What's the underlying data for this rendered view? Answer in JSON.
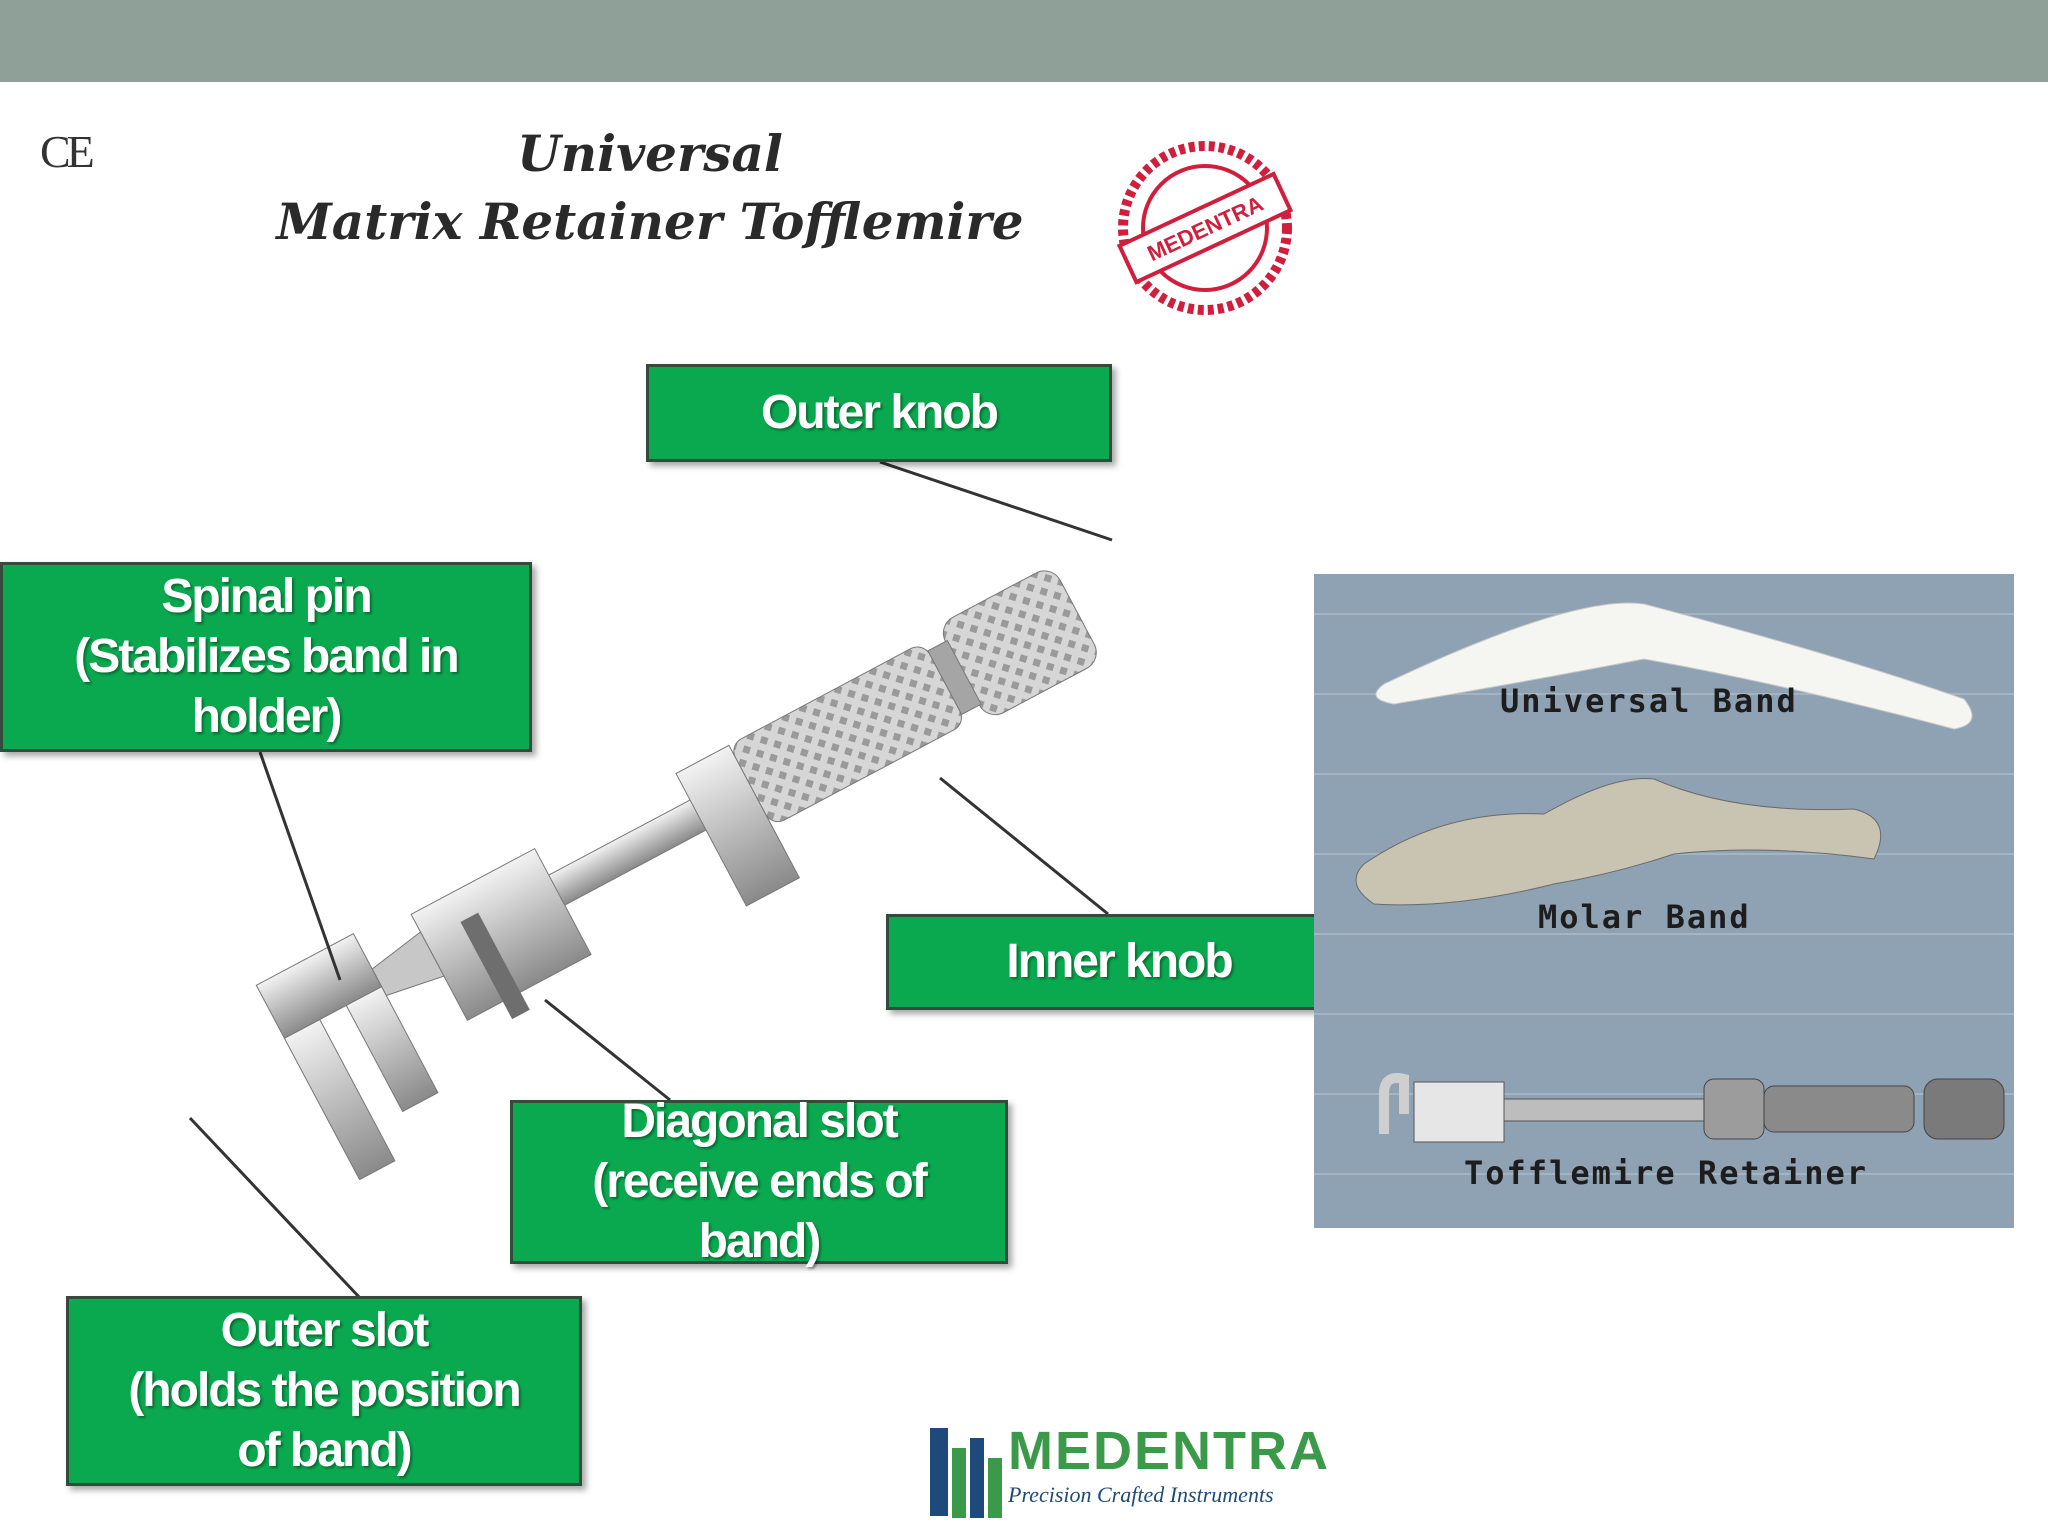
{
  "header": {
    "ce_mark": "CE",
    "title_line1": "Universal",
    "title_line2": "Matrix Retainer Tofflemire",
    "seal_text": "MEDENTRA"
  },
  "labels": {
    "outer_knob": "Outer knob",
    "spinal_pin": "Spinal pin\n(Stabilizes band in\nholder)",
    "inner_knob": "Inner knob",
    "diagonal_slot": "Diagonal slot\n(receive ends of\nband)",
    "outer_slot": "Outer  slot\n(holds  the position\nof band)"
  },
  "photo": {
    "band1": "Universal Band",
    "band2": "Molar Band",
    "band3": "Tofflemire Retainer"
  },
  "logo": {
    "name": "MEDENTRA",
    "tagline": "Precision Crafted Instruments"
  },
  "colors": {
    "topbar": "#8fa098",
    "label_green": "#0aa84f",
    "photo_bg": "#8fa2b3"
  }
}
